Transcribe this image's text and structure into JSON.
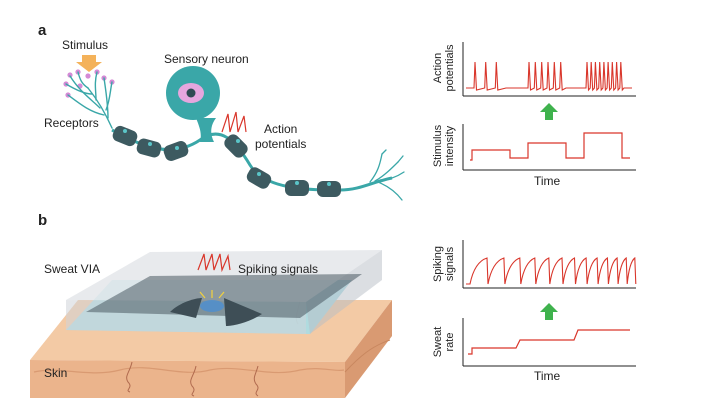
{
  "panel_a": {
    "letter": "a",
    "labels": {
      "stimulus": "Stimulus",
      "receptors": "Receptors",
      "sensory_neuron": "Sensory neuron",
      "action_potentials_1": "Action",
      "action_potentials_2": "potentials"
    },
    "plot_top": {
      "ylabel_1": "Action",
      "ylabel_2": "potentials"
    },
    "plot_bottom": {
      "ylabel_1": "Stimulus",
      "ylabel_2": "intensity",
      "xlabel": "Time"
    }
  },
  "panel_b": {
    "letter": "b",
    "labels": {
      "sweat_via": "Sweat VIA",
      "spiking_signals": "Spiking signals",
      "skin": "Skin"
    },
    "plot_top": {
      "ylabel_1": "Spiking",
      "ylabel_2": "signals"
    },
    "plot_bottom": {
      "ylabel_1": "Sweat",
      "ylabel_2": "rate",
      "xlabel": "Time"
    }
  },
  "colors": {
    "signal_red": "#d9362b",
    "neuron_teal": "#3aa7a8",
    "myelin_dark": "#3d5a60",
    "arrow_green": "#3fb24d",
    "stimulus_orange": "#f4b25a",
    "receptor_pink": "#d58ad6",
    "nucleus_pink": "#e6a6de",
    "skin": "#f0c09a",
    "device_blue": "#a9dde6"
  }
}
